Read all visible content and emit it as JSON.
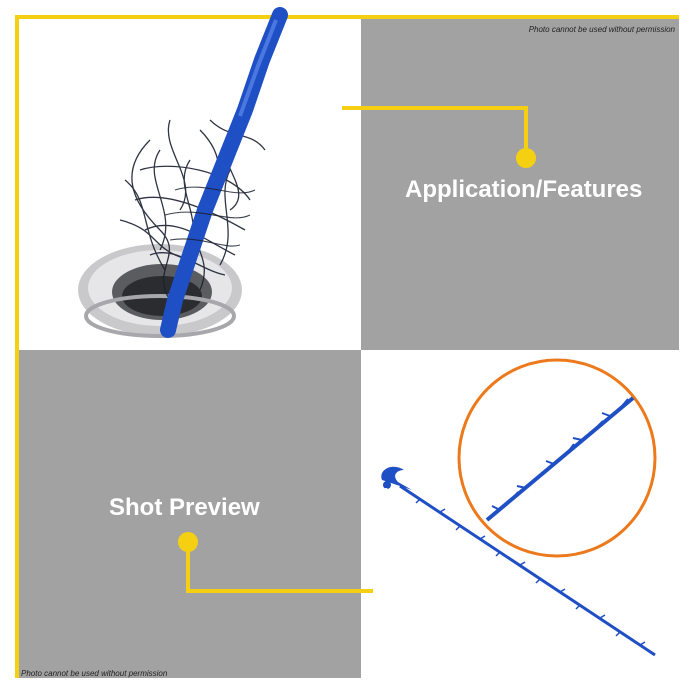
{
  "labels": {
    "application_features": "Application/Features",
    "shot_preview": "Shot Preview"
  },
  "watermark": {
    "top": "Photo cannot be used without permission",
    "bottom": "Photo cannot be used without permission"
  },
  "colors": {
    "frame": "#f5d012",
    "panel_gray": "#a3a2a2",
    "accent_yellow": "#f5d012",
    "zoom_circle": "#ec7a1c",
    "tool_blue": "#1f4fc4",
    "label_text": "#ffffff"
  },
  "icons": {
    "drain": "drain-photo",
    "tool": "drain-snake-tool",
    "zoom": "zoom-circle"
  }
}
